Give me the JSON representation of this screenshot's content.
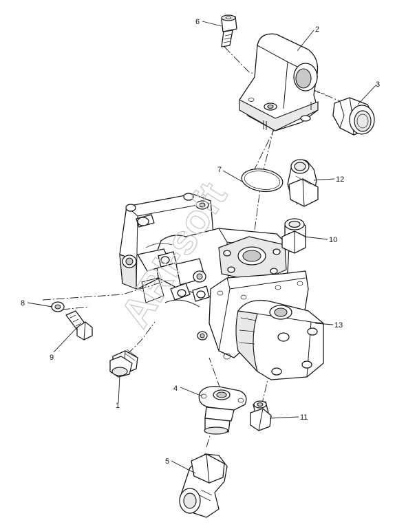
{
  "diagram": {
    "callouts": [
      "1",
      "2",
      "3",
      "4",
      "5",
      "6",
      "7",
      "8",
      "9",
      "10",
      "11",
      "12",
      "13"
    ],
    "watermark": "ARI-soft"
  },
  "colors": {
    "line": "#1a1a1a",
    "background": "#ffffff",
    "watermark": "#c8c8c8"
  }
}
